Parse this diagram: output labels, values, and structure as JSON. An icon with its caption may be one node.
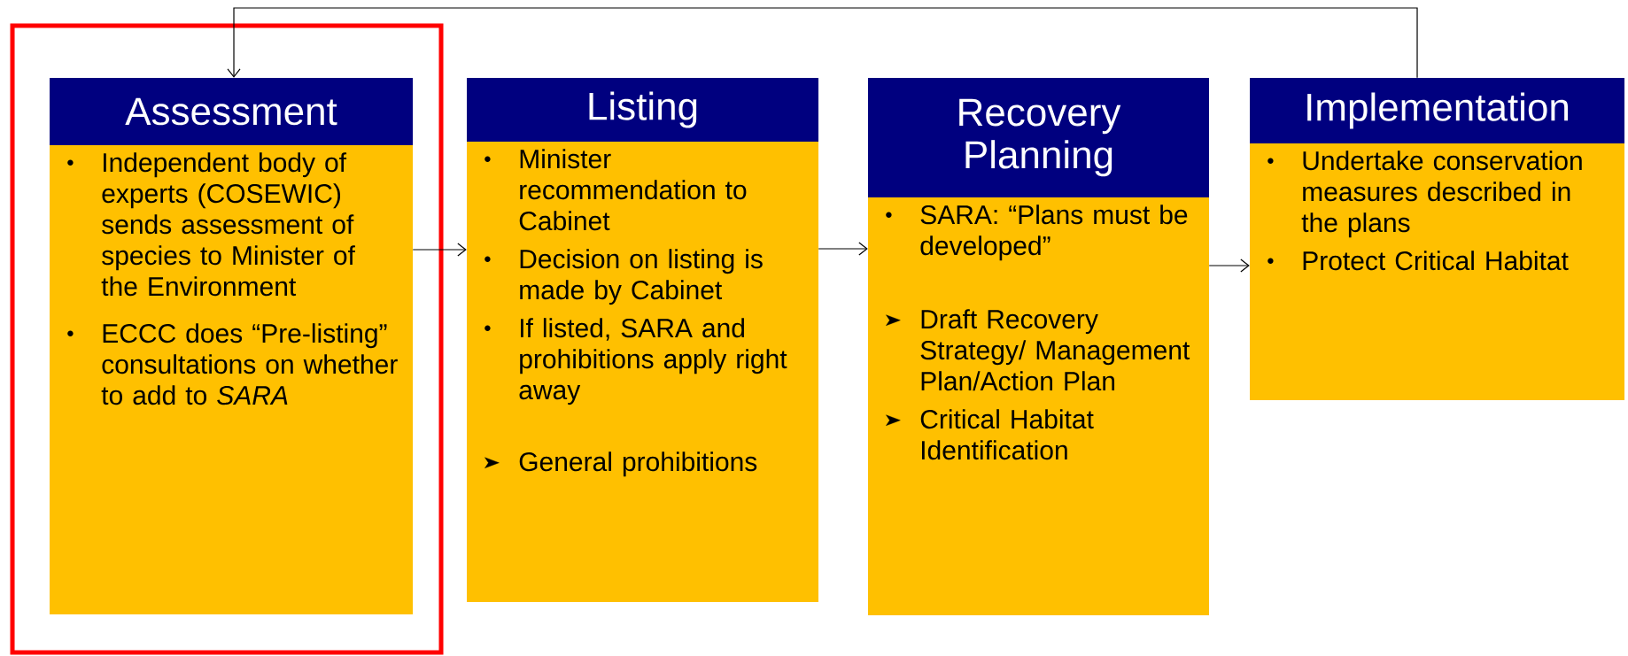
{
  "diagram": {
    "nodes": [
      {
        "text": [],
        "shape": "box"
      },
      {
        "text": [
          "Assessment",
          "Independent body of experts (COSEWIC) sends assessment of species to Minister of the Environment",
          "ECCC does “Pre-listing” consultations on whether to add to *SARA*"
        ],
        "in": 0
      },
      {
        "text": [
          "Listing",
          "Minister recommendation to Cabinet",
          "Decision on listing is made by Cabinet",
          "If listed, SARA and prohibitions apply right away",
          "General prohibitions"
        ]
      },
      {
        "text": [
          "Recovery Planning",
          "SARA: “Plans must be developed”",
          "Draft Recovery Strategy/ Management Plan/Action Plan",
          "Critical Habitat Identification"
        ]
      },
      {
        "text": [
          "Implementation",
          "Undertake conservation measures described in the plans",
          "Protect Critical Habitat"
        ]
      }
    ],
    "edges": [
      {
        "from": 1,
        "to": 2,
        "arrow": "to"
      },
      {
        "from": 2,
        "to": 3,
        "arrow": "to"
      },
      {
        "from": 3,
        "to": 4,
        "arrow": "to"
      },
      {
        "from": 4,
        "to": 1,
        "arrow": "to"
      }
    ]
  }
}
